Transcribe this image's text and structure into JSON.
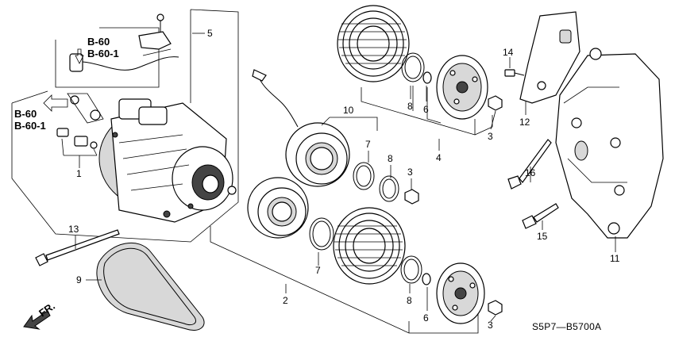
{
  "callouts": [
    {
      "id": "c1",
      "text": "1"
    },
    {
      "id": "c2",
      "text": "2"
    },
    {
      "id": "c3a",
      "text": "3"
    },
    {
      "id": "c3b",
      "text": "3"
    },
    {
      "id": "c3c",
      "text": "3"
    },
    {
      "id": "c4",
      "text": "4"
    },
    {
      "id": "c5",
      "text": "5"
    },
    {
      "id": "c6a",
      "text": "6"
    },
    {
      "id": "c6b",
      "text": "6"
    },
    {
      "id": "c7a",
      "text": "7"
    },
    {
      "id": "c7b",
      "text": "7"
    },
    {
      "id": "c8a",
      "text": "8"
    },
    {
      "id": "c8b",
      "text": "8"
    },
    {
      "id": "c8c",
      "text": "8"
    },
    {
      "id": "c9",
      "text": "9"
    },
    {
      "id": "c10",
      "text": "10"
    },
    {
      "id": "c11",
      "text": "11"
    },
    {
      "id": "c12",
      "text": "12"
    },
    {
      "id": "c13",
      "text": "13"
    },
    {
      "id": "c14",
      "text": "14"
    },
    {
      "id": "c15",
      "text": "15"
    },
    {
      "id": "c16",
      "text": "16"
    }
  ],
  "references": {
    "top": [
      "B-60",
      "B-60-1"
    ],
    "left": [
      "B-60",
      "B-60-1"
    ]
  },
  "direction_label": "FR.",
  "diagram_code": "S5P7—B5700A"
}
